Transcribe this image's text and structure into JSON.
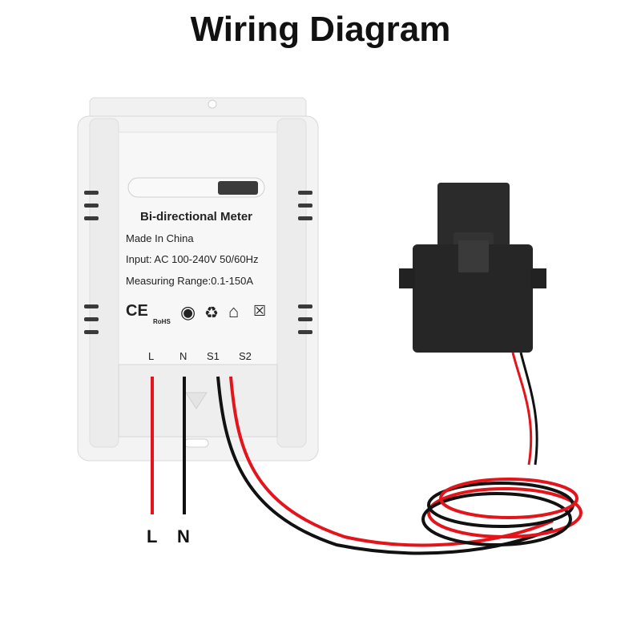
{
  "title": "Wiring Diagram",
  "meter": {
    "name": "Bi-directional Meter",
    "origin": "Made In China",
    "input": "Input: AC 100-240V 50/60Hz",
    "range": "Measuring Range:0.1-150A",
    "certification_icons": [
      "ce-icon",
      "rohs-icon",
      "green-dot-icon",
      "recycle-icon",
      "home-icon",
      "weee-bin-icon"
    ],
    "rohs_text": "RoHS",
    "ce_text": "CE",
    "terminals": [
      "L",
      "N",
      "S1",
      "S2"
    ]
  },
  "wires": {
    "labels": [
      "L",
      "N"
    ],
    "colors": {
      "live": "#e3141b",
      "neutral": "#111111"
    }
  },
  "clamp": {
    "name": "split-core current transformer",
    "color": "#2a2a2a"
  }
}
